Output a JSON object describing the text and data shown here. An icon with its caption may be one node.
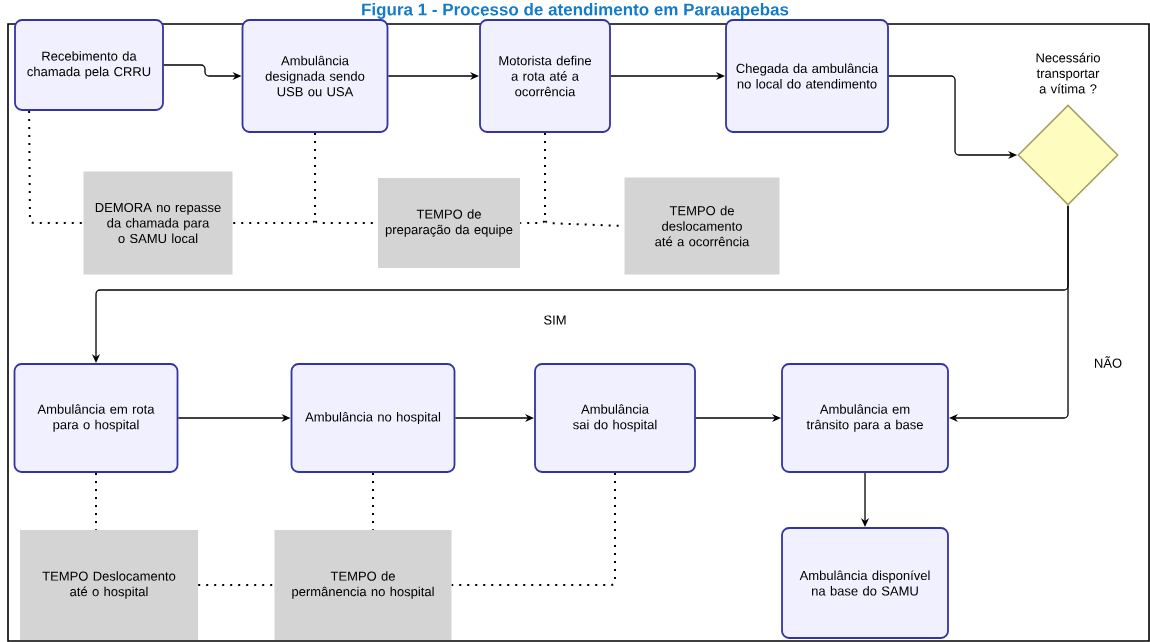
{
  "diagram": {
    "title": "Figura 1 - Processo de atendimento em Parauapebas",
    "nodes": [
      {
        "text": [
          "Recebimento da chamada pela CRRU"
        ]
      },
      {
        "text": [
          "Ambulância designada sendo USB ou USA"
        ]
      },
      {
        "text": [
          "Motorista define a rota até a ocorrência"
        ]
      },
      {
        "text": [
          "Chegada da ambulância no local do atendimento"
        ]
      },
      {
        "text": [
          "Necessário transportar a vítima ?"
        ]
      },
      {
        "text": [
          "DEMORA no repasse da chamada para o SAMU local"
        ]
      },
      {
        "text": [
          "TEMPO de preparação da equipe"
        ]
      },
      {
        "text": [
          "TEMPO de deslocamento até a ocorrência"
        ]
      },
      {
        "text": [
          "Ambulância em rota para o hospital"
        ]
      },
      {
        "text": [
          "Ambulância no hospital"
        ]
      },
      {
        "text": [
          "Ambulância sai do hospital"
        ]
      },
      {
        "text": [
          "Ambulância em trânsito para a base"
        ]
      },
      {
        "text": [
          "Ambulância disponível na base do SAMU"
        ]
      },
      {
        "text": [
          "TEMPO Deslocamento até o hospital"
        ]
      },
      {
        "text": [
          "TEMPO de permânencia no hospital"
        ]
      }
    ],
    "edges": [
      {
        "from": 0,
        "to": 1,
        "arrow": "to"
      },
      {
        "from": 1,
        "to": 2,
        "arrow": "to"
      },
      {
        "from": 2,
        "to": 3,
        "arrow": "to"
      },
      {
        "from": 3,
        "to": 4,
        "arrow": "to"
      },
      {
        "from": 4,
        "to": 8,
        "arrow": "to",
        "label": "SIM"
      },
      {
        "from": 4,
        "to": 11,
        "arrow": "to",
        "label": "NÃO"
      },
      {
        "from": 8,
        "to": 9,
        "arrow": "to"
      },
      {
        "from": 9,
        "to": 10,
        "arrow": "to"
      },
      {
        "from": 10,
        "to": 11,
        "arrow": "to"
      },
      {
        "from": 11,
        "to": 12,
        "arrow": "to"
      },
      {
        "from": 0,
        "to": 5,
        "arrow": "none",
        "style": "dashed"
      },
      {
        "from": 1,
        "to": 5,
        "arrow": "none",
        "style": "dashed"
      },
      {
        "from": 1,
        "to": 6,
        "arrow": "none",
        "style": "dashed"
      },
      {
        "from": 2,
        "to": 6,
        "arrow": "none",
        "style": "dashed"
      },
      {
        "from": 2,
        "to": 7,
        "arrow": "none",
        "style": "dashed"
      },
      {
        "from": 8,
        "to": 13,
        "arrow": "none",
        "style": "dashed"
      },
      {
        "from": 9,
        "to": 14,
        "arrow": "none",
        "style": "dashed"
      },
      {
        "from": 13,
        "to": 14,
        "arrow": "none",
        "style": "dashed"
      },
      {
        "from": 10,
        "to": 14,
        "arrow": "none",
        "style": "dashed"
      }
    ]
  }
}
